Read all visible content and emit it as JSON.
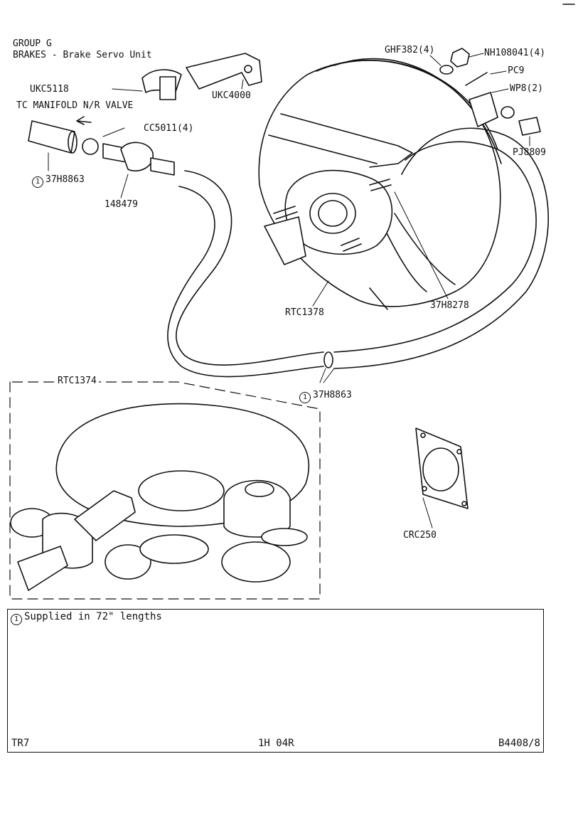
{
  "header": {
    "group": "GROUP G",
    "section": "BRAKES - Brake Servo Unit"
  },
  "callouts": {
    "ukc5118": "UKC5118",
    "tc_manifold": "TC MANIFOLD N/R VALVE",
    "cc5011": "CC5011(4)",
    "hose_top_num": "1",
    "hose_top": "37H8863",
    "p148479": "148479",
    "ukc4000": "UKC4000",
    "ghf382": "GHF382(4)",
    "nh108041": "NH108041(4)",
    "pc9": "PC9",
    "wp8": "WP8(2)",
    "pj8809": "PJ8809",
    "rtc1378": "RTC1378",
    "h8278": "37H8278",
    "hose_bottom_num": "1",
    "hose_bottom": "37H8863",
    "rtc1374": "RTC1374",
    "crc250": "CRC250"
  },
  "notes": {
    "marker": "1",
    "text": "Supplied in 72\" lengths"
  },
  "footer": {
    "model": "TR7",
    "code": "1H 04R",
    "ref": "B4408/8"
  }
}
